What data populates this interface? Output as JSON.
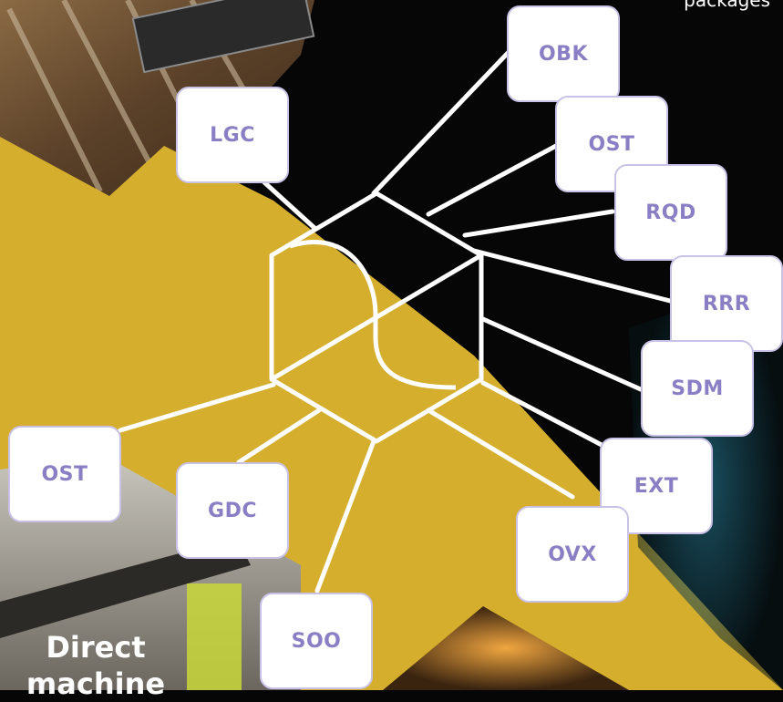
{
  "captions": {
    "top_right": "packages",
    "bottom_left_line1": "Direct",
    "bottom_left_line2": "machine"
  },
  "colors": {
    "gold": "#d4ae2c",
    "background": "#060606",
    "tag_text": "#8a7fc4",
    "tag_border": "#c9c2e6",
    "connector": "#ffffff"
  },
  "nodes": [
    {
      "id": "lgc",
      "label": "LGC"
    },
    {
      "id": "obk",
      "label": "OBK"
    },
    {
      "id": "ost-top",
      "label": "OST"
    },
    {
      "id": "rqd",
      "label": "RQD"
    },
    {
      "id": "rrr",
      "label": "RRR"
    },
    {
      "id": "sdm",
      "label": "SDM"
    },
    {
      "id": "ext",
      "label": "EXT"
    },
    {
      "id": "ovx",
      "label": "OVX"
    },
    {
      "id": "soo",
      "label": "SOO"
    },
    {
      "id": "gdc",
      "label": "GDC"
    },
    {
      "id": "ost-left",
      "label": "OST"
    }
  ],
  "center_logo": "hexagon-logo-icon"
}
